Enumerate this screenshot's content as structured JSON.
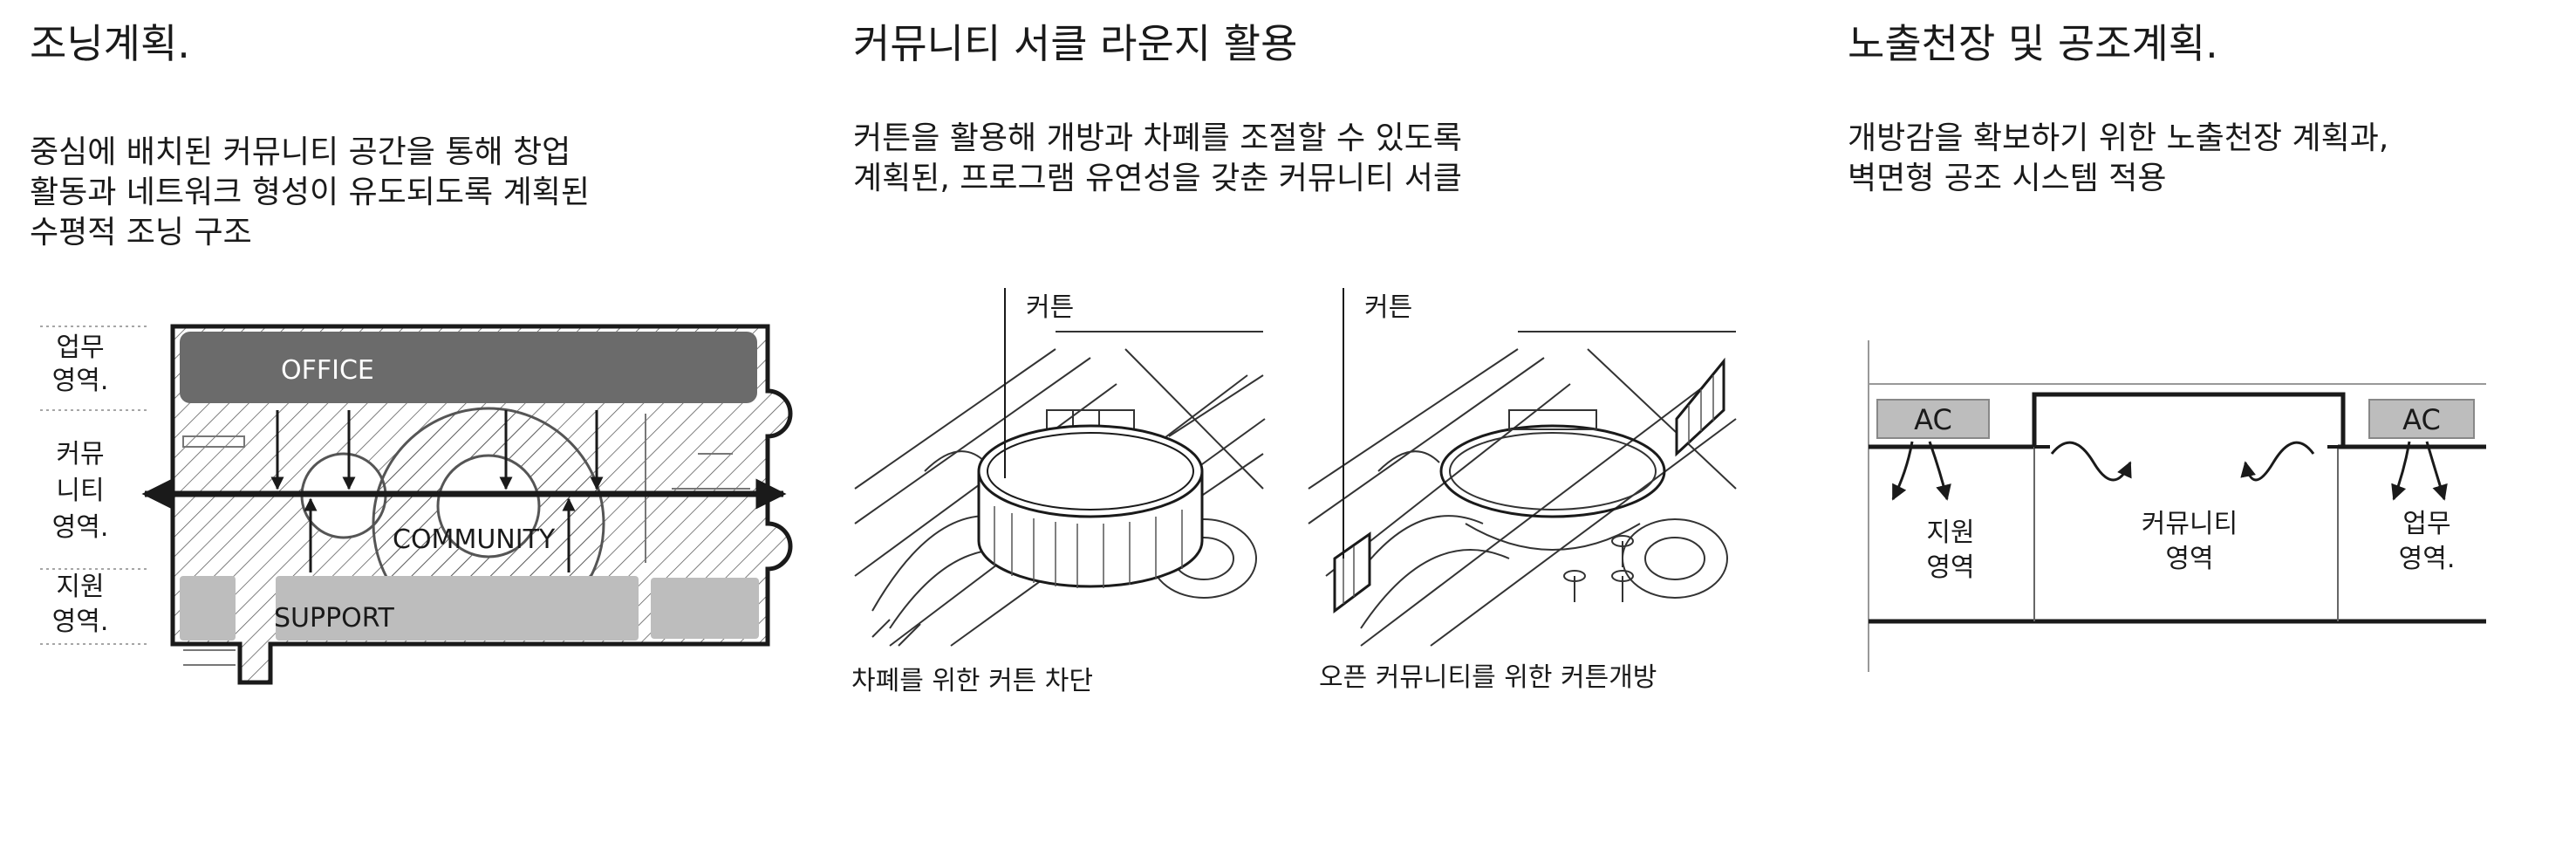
{
  "zoning": {
    "title": "조닝계획.",
    "description": [
      "중심에 배치된 커뮤니티 공간을 통해 창업",
      "활동과 네트워크 형성이 유도되도록 계획된",
      "수평적 조닝 구조"
    ],
    "row_labels": {
      "office": [
        "업무",
        "영역."
      ],
      "community": [
        "커뮤",
        "니티",
        "영역."
      ],
      "support": [
        "지원",
        "영역."
      ]
    },
    "zones": {
      "office": "OFFICE",
      "community": "COMMUNITY",
      "support": "SUPPORT"
    }
  },
  "lounge": {
    "title": "커뮤니티 서클 라운지 활용",
    "description": [
      "커튼을 활용해 개방과 차폐를 조절할 수 있도록",
      "계획된, 프로그램 유연성을 갖춘 커뮤니티 서클"
    ],
    "left_callout": "커튼",
    "right_callout": "커튼",
    "left_caption": "차폐를 위한 커튼 차단",
    "right_caption": "오픈 커뮤니티를 위한 커튼개방"
  },
  "ceiling": {
    "title": "노출천장 및 공조계획.",
    "description": [
      "개방감을 확보하기 위한 노출천장 계획과,",
      "벽면형 공조 시스템 적용"
    ],
    "ac_left": "AC",
    "ac_right": "AC",
    "support_label": [
      "지원",
      "영역"
    ],
    "community_label": [
      "커뮤니티",
      "영역"
    ],
    "office_label": [
      "업무",
      "영역."
    ]
  },
  "colors": {
    "zone_dark": "#6b6b6b",
    "zone_light": "#bdbdbd",
    "line": "#1a1a1a"
  }
}
